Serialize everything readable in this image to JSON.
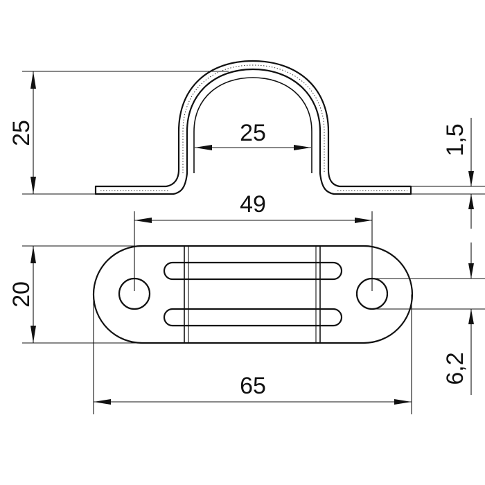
{
  "drawing": {
    "title": "",
    "dimensions": {
      "height_side": "25",
      "inner_width": "25",
      "thickness": "1,5",
      "hole_spacing": "49",
      "width_top": "20",
      "hole_diameter": "6,2",
      "overall_length": "65"
    },
    "colors": {
      "line": "#111111",
      "background": "#ffffff"
    }
  }
}
